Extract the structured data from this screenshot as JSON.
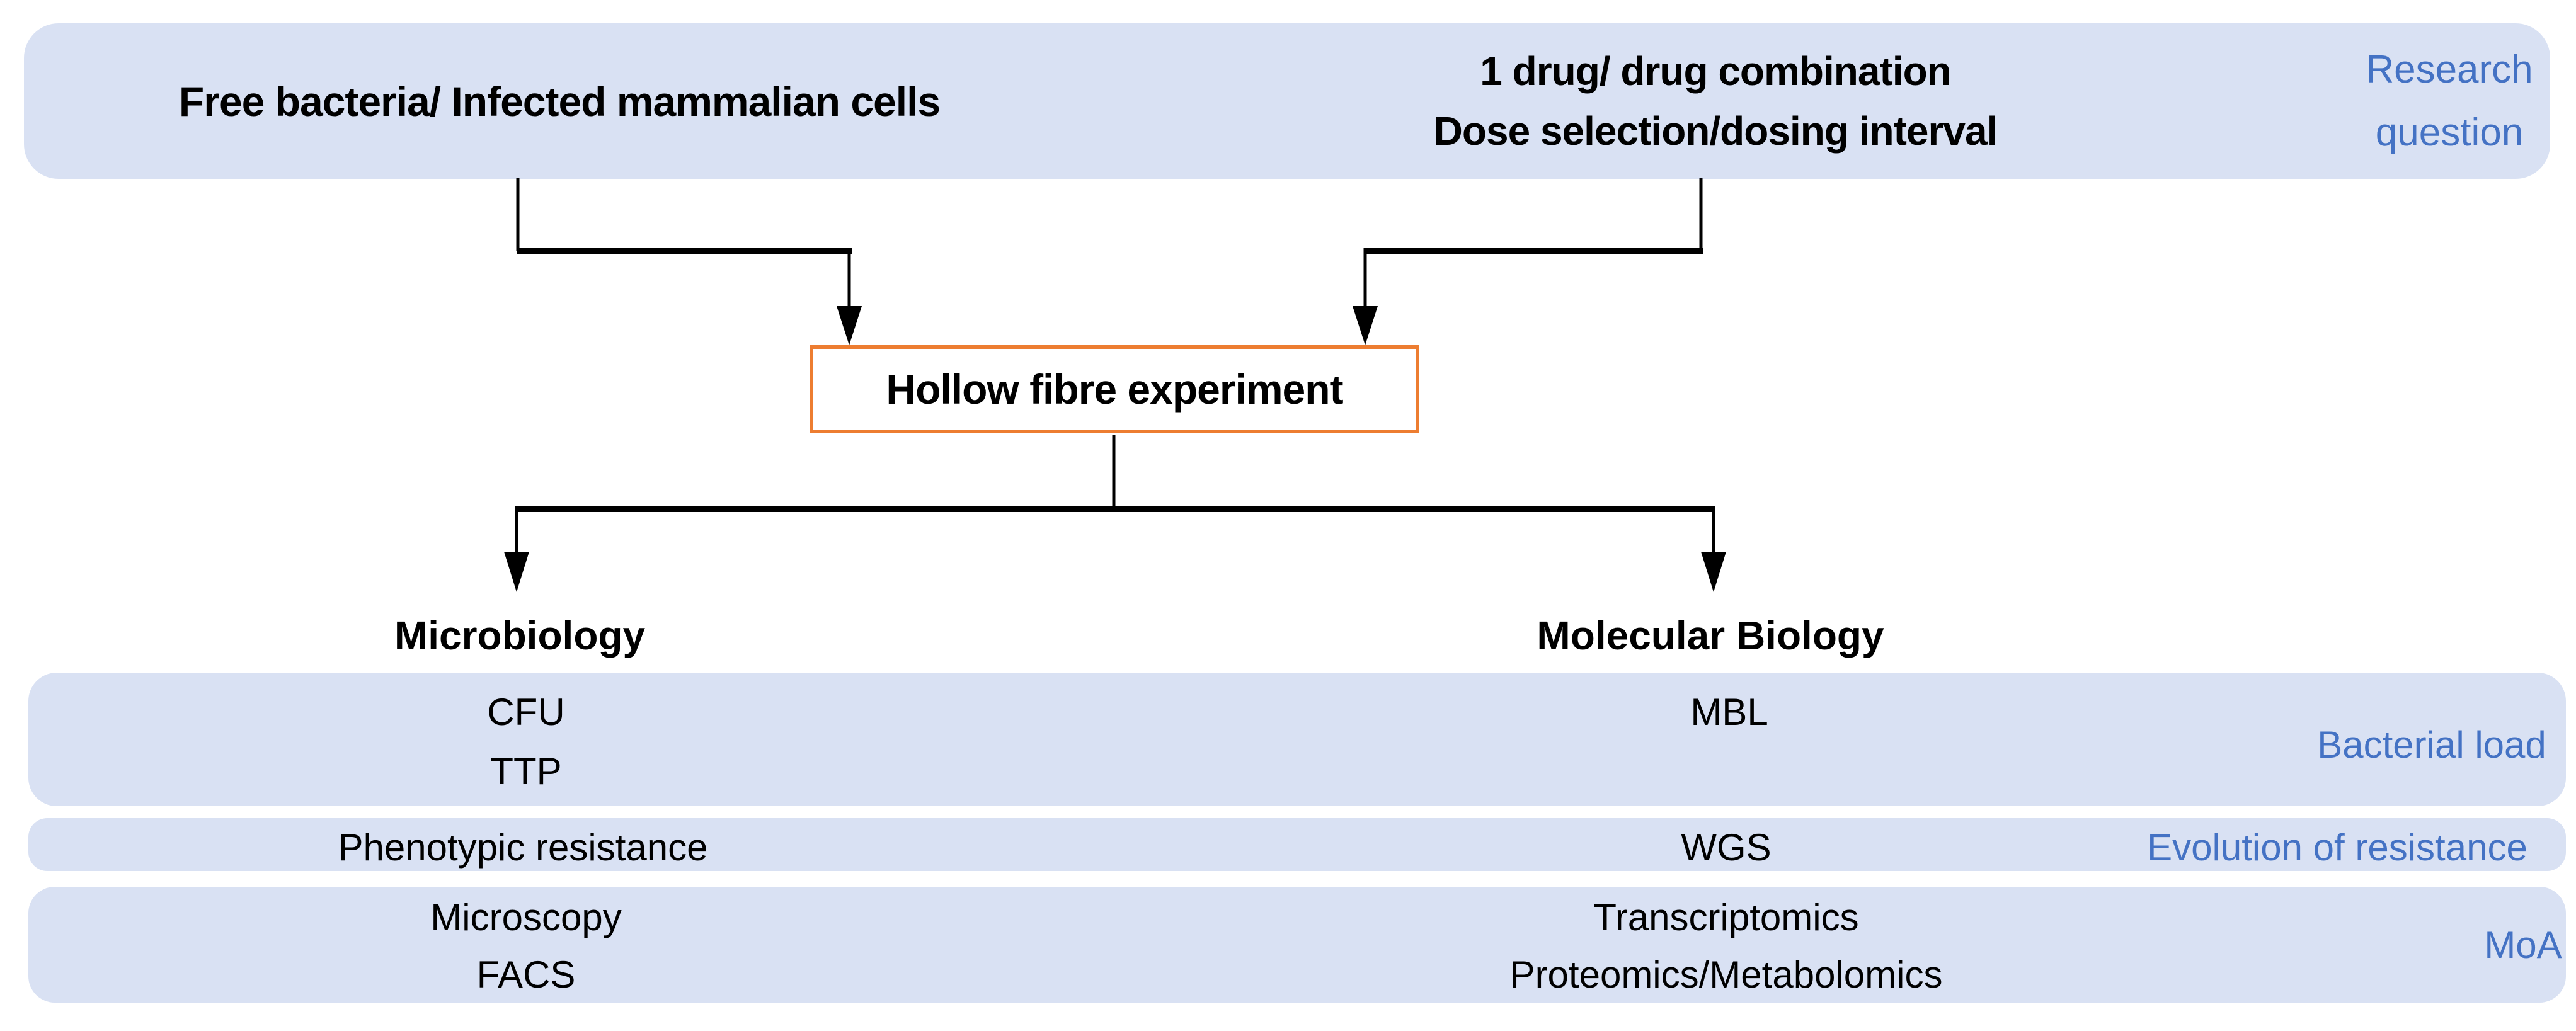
{
  "colors": {
    "band_bg": "#D9E1F3",
    "accent_blue": "#4472C4",
    "accent_orange": "#ED7D31",
    "line_color": "#000000",
    "text_color": "#000000",
    "page_bg": "#FFFFFF"
  },
  "top_banner": {
    "left_text": "Free bacteria/ Infected mammalian cells",
    "center_line1": "1 drug/ drug combination",
    "center_line2": "Dose selection/dosing interval",
    "right_line1": "Research",
    "right_line2": "question"
  },
  "hollow_box": {
    "label": "Hollow fibre experiment"
  },
  "branch_headers": {
    "left": "Microbiology",
    "right": "Molecular Biology"
  },
  "rows": [
    {
      "left_items": [
        "CFU",
        "TTP"
      ],
      "right_items": [
        "MBL"
      ],
      "label": "Bacterial load"
    },
    {
      "left_items": [
        "Phenotypic resistance"
      ],
      "right_items": [
        "WGS"
      ],
      "label": "Evolution of resistance"
    },
    {
      "left_items": [
        "Microscopy",
        "FACS"
      ],
      "right_items": [
        "Transcriptomics",
        "Proteomics/Metabolomics"
      ],
      "label": "MoA"
    }
  ]
}
